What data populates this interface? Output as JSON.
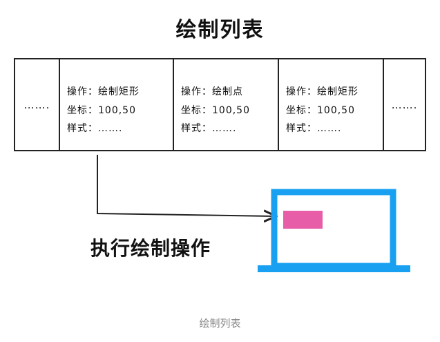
{
  "title": "绘制列表",
  "cells": [
    {
      "text": "……."
    },
    {
      "op": "操作：绘制矩形",
      "coord": "坐标：100,50",
      "style": "样式：……."
    },
    {
      "op": "操作：绘制点",
      "coord": "坐标：100,50",
      "style": "样式：……."
    },
    {
      "op": "操作：绘制矩形",
      "coord": "坐标：100,50",
      "style": "样式：……."
    },
    {
      "text": "……."
    }
  ],
  "exec_label": "执行绘制操作",
  "caption": "绘制列表",
  "colors": {
    "monitor": "#1aa0f0",
    "rect": "#e85da8",
    "line": "#222222"
  }
}
